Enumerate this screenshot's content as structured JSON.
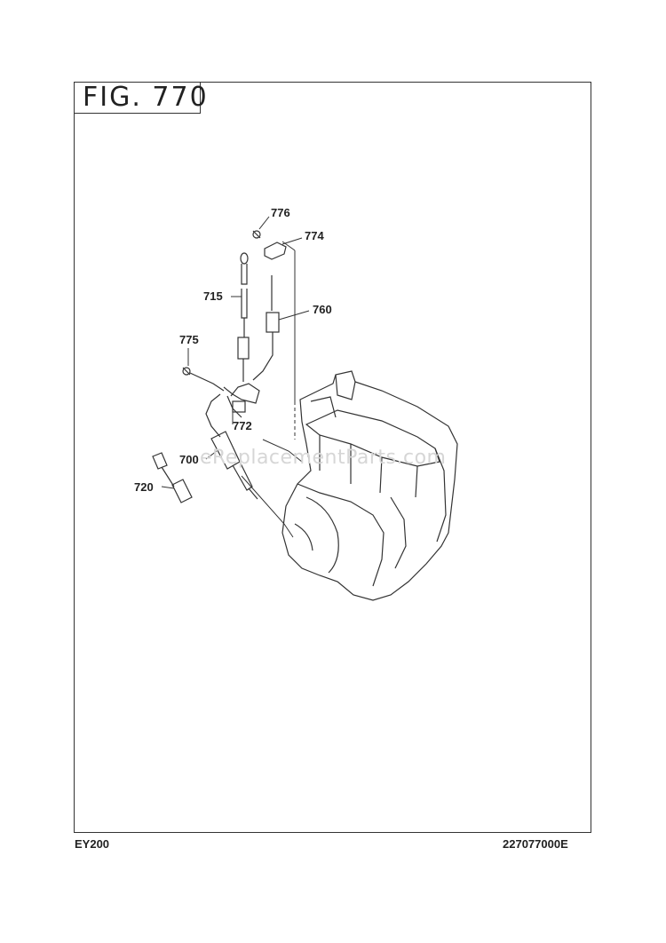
{
  "figure": {
    "title": "FIG. 770"
  },
  "footer": {
    "model": "EY200",
    "code": "227077000E"
  },
  "watermark": "eReplacementParts.com",
  "callouts": {
    "c776": "776",
    "c774": "774",
    "c715": "715",
    "c760": "760",
    "c775": "775",
    "c772": "772",
    "c700": "700",
    "c720": "720"
  }
}
